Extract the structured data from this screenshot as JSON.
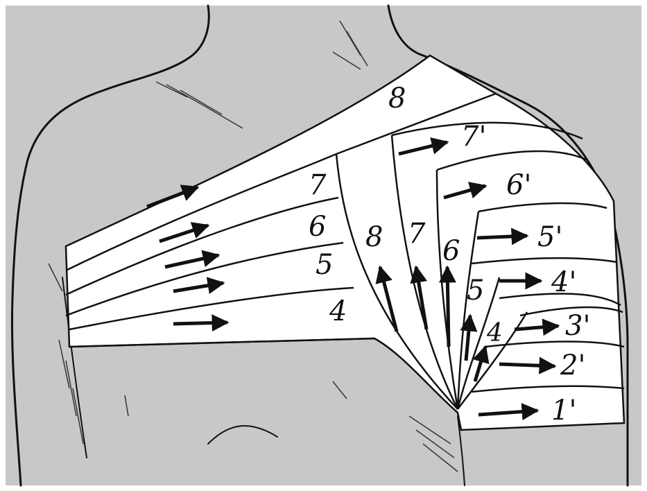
{
  "colors": {
    "background": "#c8c8c8",
    "bandage": "#ffffff",
    "ink": "#111111",
    "frame": "#ffffff"
  },
  "labels": {
    "chest_turns": [
      "4",
      "5",
      "6",
      "7"
    ],
    "top_band": "8",
    "ascending_turns": [
      "8",
      "7",
      "6",
      "5",
      "4"
    ],
    "arm_turns": [
      "1'",
      "2'",
      "3'",
      "4'",
      "5'",
      "6'",
      "7'"
    ]
  },
  "icons": [
    "arrow-icon"
  ]
}
